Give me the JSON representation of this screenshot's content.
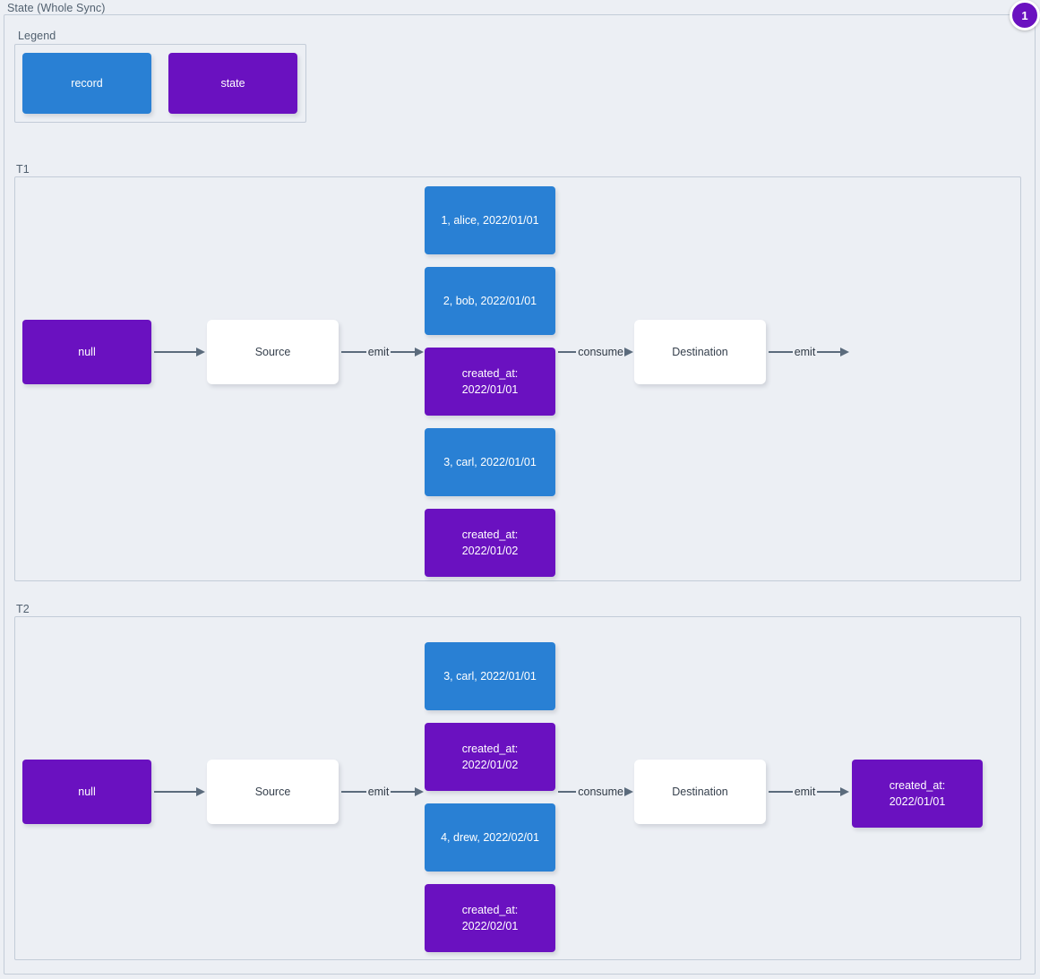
{
  "diagram": {
    "title": "State (Whole Sync)",
    "badge": "1",
    "colors": {
      "record": "#2980d4",
      "state": "#6a11c0",
      "background": "#eceff4",
      "border": "#c3ccd8",
      "edge": "#5b6b7c"
    }
  },
  "legend": {
    "label": "Legend",
    "items": [
      {
        "label": "record",
        "type": "record"
      },
      {
        "label": "state",
        "type": "state"
      }
    ]
  },
  "sections": [
    {
      "label": "T1",
      "nodes": {
        "initial_state": "null",
        "source": "Source",
        "destination": "Destination"
      },
      "edges": {
        "state_to_source": "",
        "source_emit": "emit",
        "consume": "consume",
        "destination_emit": "emit"
      },
      "stream": [
        {
          "type": "record",
          "label": "1, alice, 2022/01/01"
        },
        {
          "type": "record",
          "label": "2, bob, 2022/01/01"
        },
        {
          "type": "state",
          "label": "created_at:\n2022/01/01"
        },
        {
          "type": "record",
          "label": "3, carl, 2022/01/01"
        },
        {
          "type": "state",
          "label": "created_at:\n2022/01/02"
        }
      ],
      "output_state": null
    },
    {
      "label": "T2",
      "nodes": {
        "initial_state": "null",
        "source": "Source",
        "destination": "Destination"
      },
      "edges": {
        "state_to_source": "",
        "source_emit": "emit",
        "consume": "consume",
        "destination_emit": "emit"
      },
      "stream": [
        {
          "type": "record",
          "label": "3, carl, 2022/01/01"
        },
        {
          "type": "state",
          "label": "created_at:\n2022/01/02"
        },
        {
          "type": "record",
          "label": "4, drew, 2022/02/01"
        },
        {
          "type": "state",
          "label": "created_at:\n2022/02/01"
        }
      ],
      "output_state": {
        "type": "state",
        "label": "created_at:\n2022/01/01"
      }
    }
  ]
}
